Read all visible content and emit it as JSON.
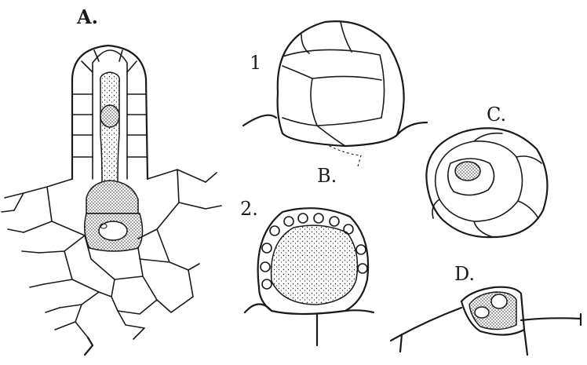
{
  "figure": {
    "labels": {
      "a": "A.",
      "one": "1",
      "b": "B.",
      "c": "C.",
      "two": "2.",
      "d": "D."
    }
  }
}
